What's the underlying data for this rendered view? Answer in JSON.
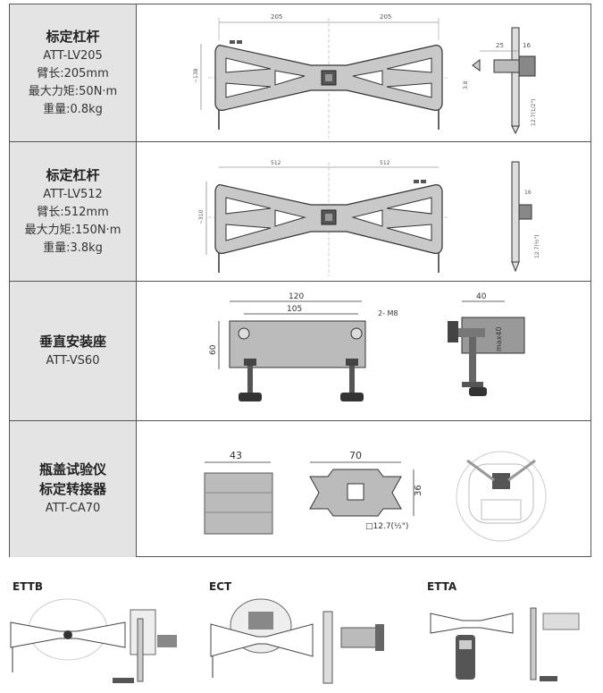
{
  "rows": [
    {
      "title": "标定杠杆",
      "lines": [
        "ATT-LV205",
        "臂长:205mm",
        "最大力矩:50N·m",
        "重量:0.8kg"
      ],
      "dims": [
        "205",
        "205",
        "~138",
        "25",
        "16",
        "3.8",
        "12.7(1/2\")"
      ]
    },
    {
      "title": "标定杠杆",
      "lines": [
        "ATT-LV512",
        "臂长:512mm",
        "最大力矩:150N·m",
        "重量:3.8kg"
      ],
      "dims": [
        "512",
        "512",
        "~310",
        "16",
        "12.7(½\")"
      ]
    },
    {
      "title": "垂直安装座",
      "lines": [
        "ATT-VS60"
      ],
      "dims": [
        "120",
        "105",
        "2- M8",
        "60",
        "40",
        "max40"
      ]
    },
    {
      "title": "瓶盖试验仪",
      "title2": "标定转接器",
      "lines": [
        "ATT-CA70"
      ],
      "dims": [
        "43",
        "70",
        "36",
        "□12.7(½\")"
      ]
    }
  ],
  "captions": [
    "ETTB",
    "ECT",
    "ETTA"
  ]
}
